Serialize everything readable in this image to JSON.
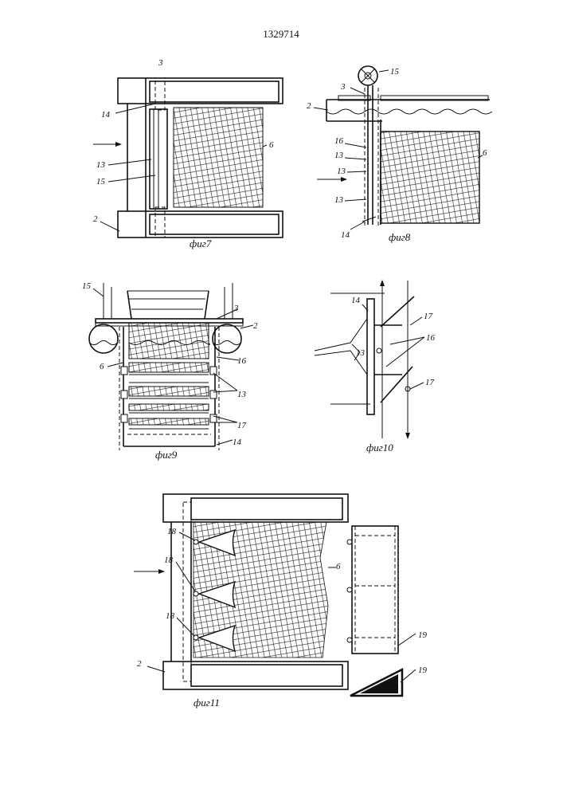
{
  "header": {
    "patent_number": "1329714"
  },
  "fig7": {
    "caption": "фиг7",
    "labels": {
      "l3": "3",
      "l14": "14",
      "l13": "13",
      "l15": "15",
      "l2": "2",
      "l6": "6"
    }
  },
  "fig8": {
    "caption": "фиг8",
    "labels": {
      "l15": "15",
      "l3": "3",
      "l2": "2",
      "l16": "16",
      "l13a": "13",
      "l13b": "13",
      "l13c": "13",
      "l6": "6",
      "l14": "14"
    }
  },
  "fig9": {
    "caption": "фиг9",
    "labels": {
      "l15": "15",
      "l3": "3",
      "l2": "2",
      "l6": "6",
      "l16": "16",
      "l13": "13",
      "l17": "17",
      "l14": "14"
    }
  },
  "fig10": {
    "caption": "фиг10",
    "labels": {
      "l14": "14",
      "l17a": "17",
      "l16": "16",
      "l13": "13",
      "l17b": "17"
    }
  },
  "fig11": {
    "caption": "фиг11",
    "labels": {
      "l18a": "18",
      "l18b": "18",
      "l18c": "18",
      "l6": "6",
      "l2": "2",
      "l19a": "19",
      "l19b": "19"
    }
  }
}
